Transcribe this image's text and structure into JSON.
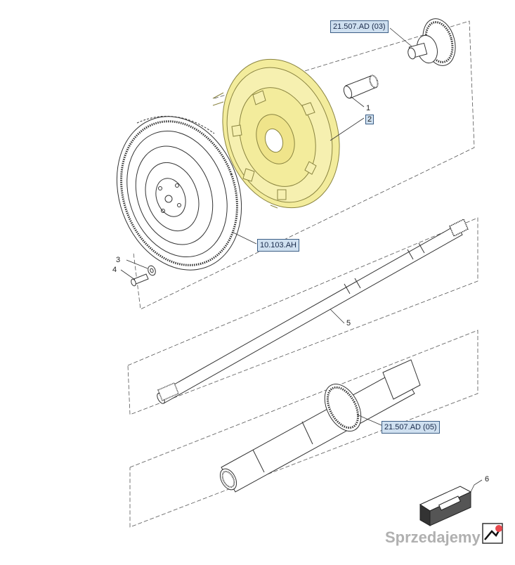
{
  "references": {
    "gear_top": "21.507.AD (03)",
    "flywheel": "10.103.AH",
    "gear_bottom": "21.507.AD (05)"
  },
  "callouts": {
    "c1": "1",
    "c2": "2",
    "c3": "3",
    "c4": "4",
    "c5": "5",
    "c6": "6"
  },
  "colors": {
    "highlight": "#f3ec9c",
    "highlight_stroke": "#8a8440",
    "line": "#333333",
    "ref_fill": "#cfe0f0",
    "ref_stroke": "#3d5f86"
  },
  "watermark": {
    "text": "Sprzedajemy"
  }
}
